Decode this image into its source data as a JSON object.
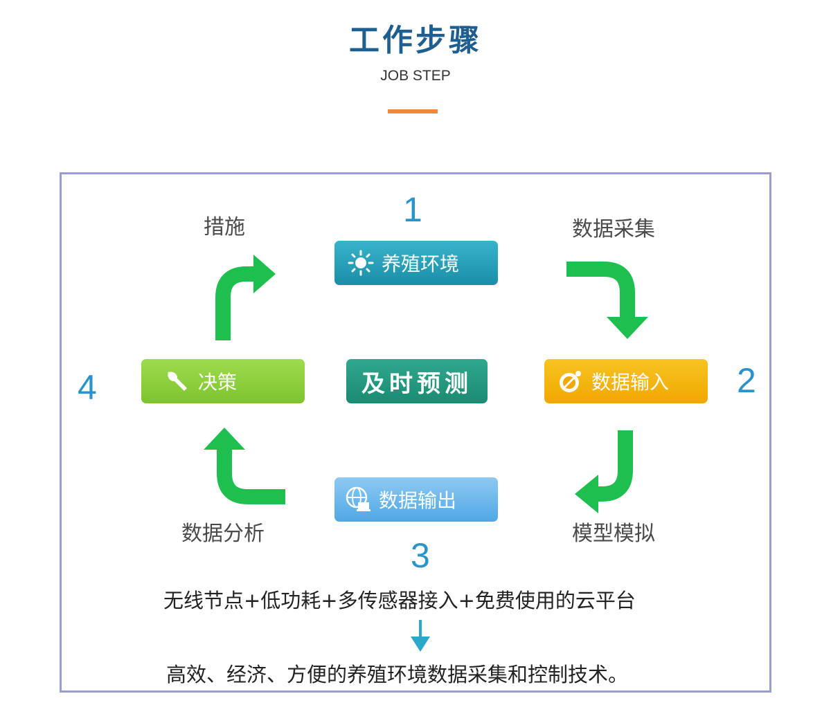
{
  "header": {
    "title": "工作步骤",
    "subtitle": "JOB STEP"
  },
  "cycle": {
    "steps": [
      {
        "number": "1",
        "box_label": "养殖环境",
        "icon": "sun-icon"
      },
      {
        "number": "2",
        "box_label": "数据输入",
        "icon": "satellite-dish-icon"
      },
      {
        "number": "3",
        "box_label": "数据输出",
        "icon": "globe-laptop-icon"
      },
      {
        "number": "4",
        "box_label": "决策",
        "icon": "wrench-icon"
      }
    ],
    "center_label": "及时预测",
    "transitions": {
      "top_right": "数据采集",
      "bottom_right": "模型模拟",
      "bottom_left": "数据分析",
      "top_left": "措施"
    }
  },
  "summary": {
    "line1": "无线节点+低功耗+多传感器接入+免费使用的云平台",
    "line2": "高效、经济、方便的养殖环境数据采集和控制技术。"
  },
  "colors": {
    "title": "#1f5f8f",
    "accent_bar": "#f08a3a",
    "frame": "#9a9cd6",
    "number": "#2a93c9",
    "arrow_green": "#1fbf4f",
    "arrow_blue": "#2aa7c9",
    "env_box": "#1b8ea8",
    "input_box": "#f0a700",
    "output_box": "#4fa8e4",
    "decide_box": "#7ec42e",
    "center_box": "#1b8a72"
  }
}
